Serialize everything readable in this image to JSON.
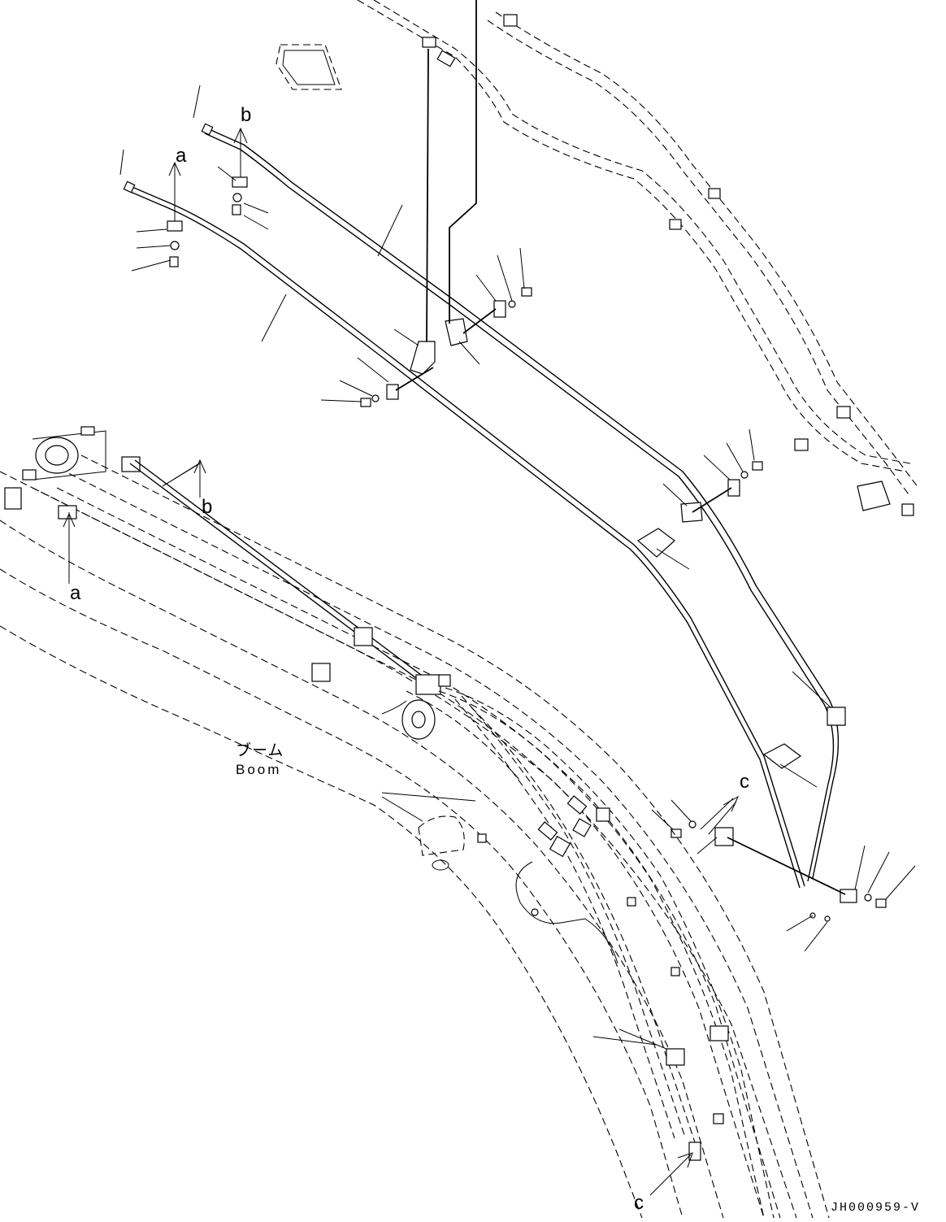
{
  "diagram": {
    "code": "JH000959-V",
    "boom_label_jp": "ブーム",
    "boom_label_en": "Boom",
    "refs": {
      "a": "a",
      "b": "b",
      "c": "c"
    }
  }
}
